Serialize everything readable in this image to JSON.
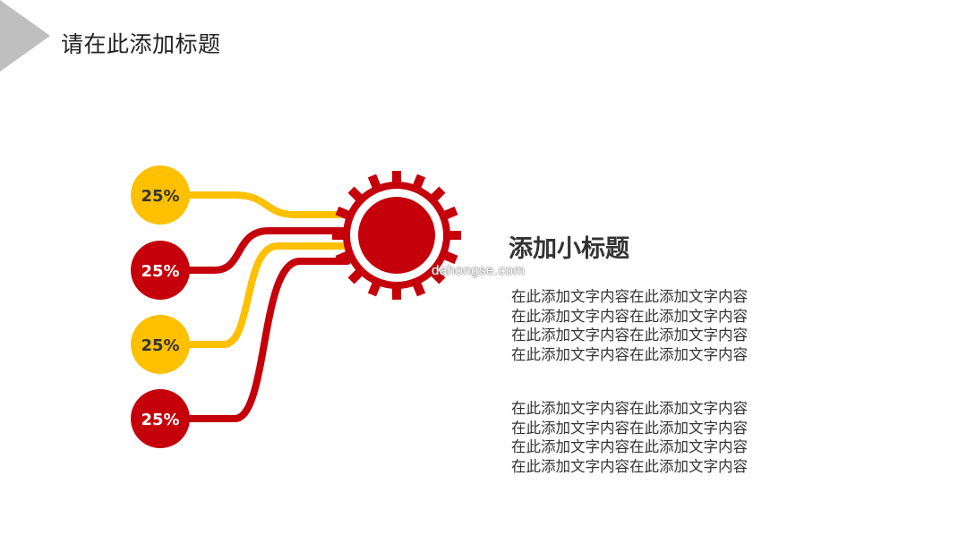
{
  "slide": {
    "title": "请在此添加标题",
    "subtitle": "添加小标题",
    "watermark": "dahongse.com"
  },
  "colors": {
    "red": "#C5000B",
    "yellow": "#FFC000",
    "gray": "#BFBFBF",
    "text": "#333333"
  },
  "items": [
    {
      "label": "25%",
      "color": "yellow"
    },
    {
      "label": "25%",
      "color": "red"
    },
    {
      "label": "25%",
      "color": "yellow"
    },
    {
      "label": "25%",
      "color": "red"
    }
  ],
  "paragraphs": [
    {
      "lines": [
        "在此添加文字内容在此添加文字内容",
        "在此添加文字内容在此添加文字内容",
        "在此添加文字内容在此添加文字内容",
        "在此添加文字内容在此添加文字内容"
      ]
    },
    {
      "lines": [
        "在此添加文字内容在此添加文字内容",
        "在此添加文字内容在此添加文字内容",
        "在此添加文字内容在此添加文字内容",
        "在此添加文字内容在此添加文字内容"
      ]
    }
  ]
}
